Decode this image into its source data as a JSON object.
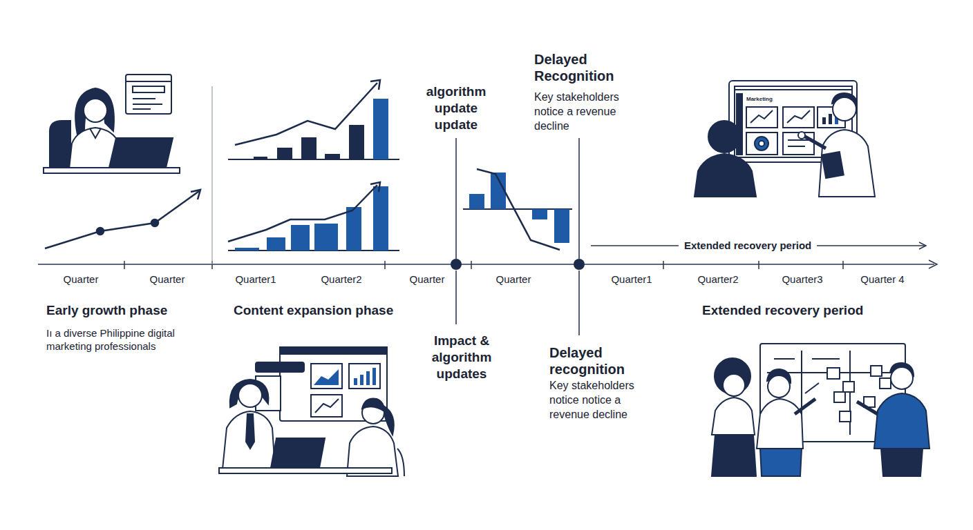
{
  "diagram": {
    "labels": [
      "Early growth phase",
      "Iı a diverse Philippine digital marketing professionals",
      "Content expansion phase",
      "algorithm update update",
      "Impact & algorithm updates",
      "Delayed Recognition",
      "Key stakeholders notice a revenue decline",
      "Delayed recognition",
      "Key stakeholders notice notice a revenue decline",
      "Marketing",
      "Extended recovery period",
      "Extended recovery period",
      "Quarter",
      "Quarter",
      "Quarter1",
      "Quarter2",
      "Quarter",
      "Quarter",
      "Quarter1",
      "Quarter2",
      "Quarter3",
      "Quarter 4"
    ]
  }
}
